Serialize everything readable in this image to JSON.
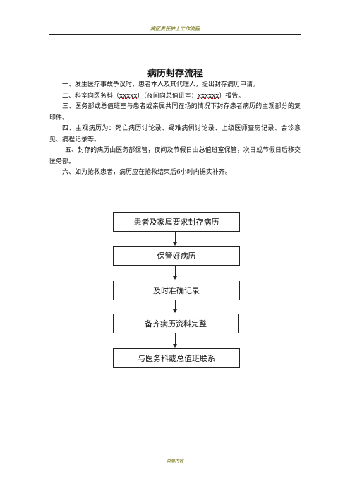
{
  "header": {
    "text": "病区责任护士工作流程"
  },
  "title": "病历封存流程",
  "paragraphs": {
    "p1": "一、发生医疗事故争议时，患者本人及其代理人，提出封存病历申请。",
    "p2_a": "二、科室向医务科（",
    "p2_phone1": "xxxxx",
    "p2_b": "）（夜间向总值班室：",
    "p2_phone2": "xxxxxx",
    "p2_c": "）报告。",
    "p3": "三、医务部或总值班室与患者或亲属共同在场的情况下封存患者病历的主观部分的复印件。",
    "p4": "四、主观病历为：死亡病历讨论录、疑难病例讨论录、上级医师查房记录、会诊意见、病程记录等。",
    "p5": "五、封存的病历由医务部保管，夜间及节假日由总值班室保管，次日或节假日后移交医务部。",
    "p6": "六、如为抢救患者，病历应在抢救结束后6小时内据实补齐。"
  },
  "flow": {
    "step1": "患者及家属要求封存病历",
    "step2": "保管好病历",
    "step3": "及时准确记录",
    "step4": "备齐病历资料完整",
    "step5": "与医务科或总值班联系"
  },
  "footer": {
    "text": "页眉内容"
  }
}
